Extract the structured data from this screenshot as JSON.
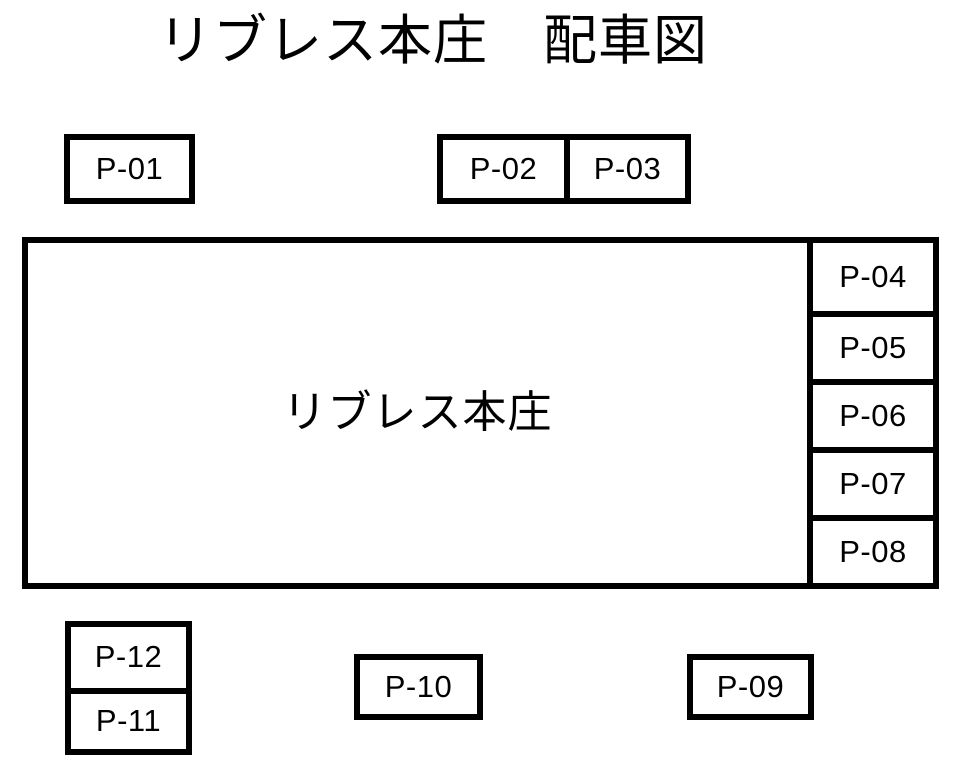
{
  "page": {
    "title": "リブレス本庄　配車図",
    "background_color": "#ffffff",
    "line_color": "#000000"
  },
  "building": {
    "name": "リブレス本庄"
  },
  "stalls": {
    "p01": "P-01",
    "p02": "P-02",
    "p03": "P-03",
    "p04": "P-04",
    "p05": "P-05",
    "p06": "P-06",
    "p07": "P-07",
    "p08": "P-08",
    "p09": "P-09",
    "p10": "P-10",
    "p11": "P-11",
    "p12": "P-12"
  }
}
